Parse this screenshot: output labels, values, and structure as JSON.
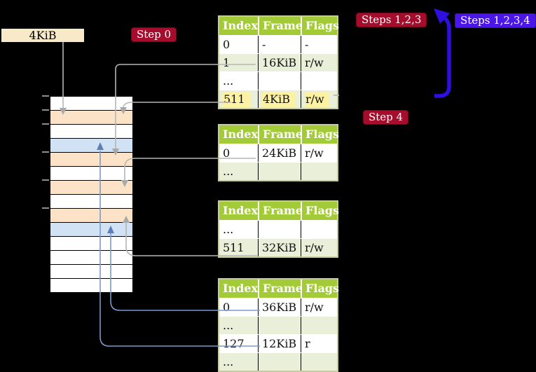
{
  "frame_label": "4KiB",
  "badges": {
    "step0": "Step 0",
    "steps123": "Steps 1,2,3",
    "steps1234": "Steps 1,2,3,4",
    "step4": "Step 4"
  },
  "tables": [
    {
      "id": "t1",
      "headers": [
        "Index",
        "Frame",
        "Flags"
      ],
      "rows": [
        {
          "cells": [
            "0",
            "-",
            "-"
          ],
          "shade": false,
          "highlight": false
        },
        {
          "cells": [
            "1",
            "16KiB",
            "r/w"
          ],
          "shade": true,
          "highlight": false
        },
        {
          "cells": [
            "...",
            "",
            ""
          ],
          "shade": false,
          "highlight": false
        },
        {
          "cells": [
            "511",
            "4KiB",
            "r/w"
          ],
          "shade": true,
          "highlight": true
        }
      ]
    },
    {
      "id": "t2",
      "headers": [
        "Index",
        "Frame",
        "Flags"
      ],
      "rows": [
        {
          "cells": [
            "0",
            "24KiB",
            "r/w"
          ],
          "shade": false,
          "highlight": false
        },
        {
          "cells": [
            "...",
            "",
            ""
          ],
          "shade": true,
          "highlight": false
        }
      ]
    },
    {
      "id": "t3",
      "headers": [
        "Index",
        "Frame",
        "Flags"
      ],
      "rows": [
        {
          "cells": [
            "...",
            "",
            ""
          ],
          "shade": false,
          "highlight": false
        },
        {
          "cells": [
            "511",
            "32KiB",
            "r/w"
          ],
          "shade": true,
          "highlight": false
        }
      ]
    },
    {
      "id": "t4",
      "headers": [
        "Index",
        "Frame",
        "Flags"
      ],
      "rows": [
        {
          "cells": [
            "0",
            "36KiB",
            "r/w"
          ],
          "shade": false,
          "highlight": false
        },
        {
          "cells": [
            "...",
            "",
            ""
          ],
          "shade": true,
          "highlight": false
        },
        {
          "cells": [
            "127",
            "12KiB",
            "r"
          ],
          "shade": false,
          "highlight": false
        },
        {
          "cells": [
            "...",
            "",
            ""
          ],
          "shade": true,
          "highlight": false
        }
      ]
    }
  ],
  "memory_strip": {
    "rows": [
      "white",
      "orange",
      "white",
      "blue",
      "orange",
      "white",
      "orange",
      "white",
      "orange",
      "blue",
      "white",
      "white",
      "white",
      "white"
    ],
    "ticks": [
      136,
      156,
      176,
      216,
      256,
      296
    ]
  },
  "colors": {
    "header-green": "#a3cb37",
    "row-green": "#e9efd8",
    "tbl-border": "#c6cc9a",
    "orange": "#fce3c8",
    "blue-row": "#d0e2f4",
    "cream": "#f8e9c8",
    "red": "#a60c2c",
    "badge-blue": "#4b17e8",
    "arrow-blue": "#2e0fde",
    "steel-line": "#7b99cb",
    "steel-head": "#5b7fb6",
    "gray-line": "#b5b5b5",
    "gray-head": "#a9a9a9",
    "highlight": "#fdf2a2"
  }
}
